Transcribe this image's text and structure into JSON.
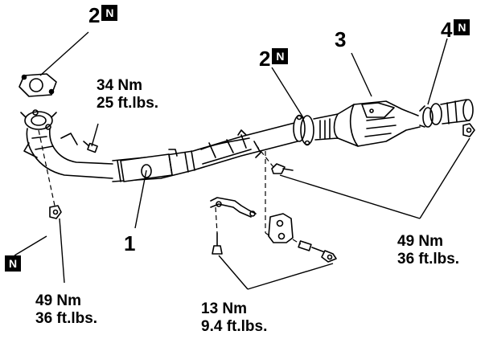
{
  "callouts": {
    "part1": "1",
    "part2_top": "2",
    "part2_mid": "2",
    "part3": "3",
    "part4": "4",
    "n_mark": "N"
  },
  "torque_specs": {
    "spec_34": {
      "metric": "34 Nm",
      "imperial": "25 ft.lbs."
    },
    "spec_49_right": {
      "metric": "49 Nm",
      "imperial": "36 ft.lbs."
    },
    "spec_49_left": {
      "metric": "49 Nm",
      "imperial": "36 ft.lbs."
    },
    "spec_13": {
      "metric": "13 Nm",
      "imperial": "9.4 ft.lbs."
    }
  },
  "colors": {
    "line": "#000000",
    "background": "#ffffff",
    "badge": "#000000",
    "badge_text": "#ffffff"
  }
}
